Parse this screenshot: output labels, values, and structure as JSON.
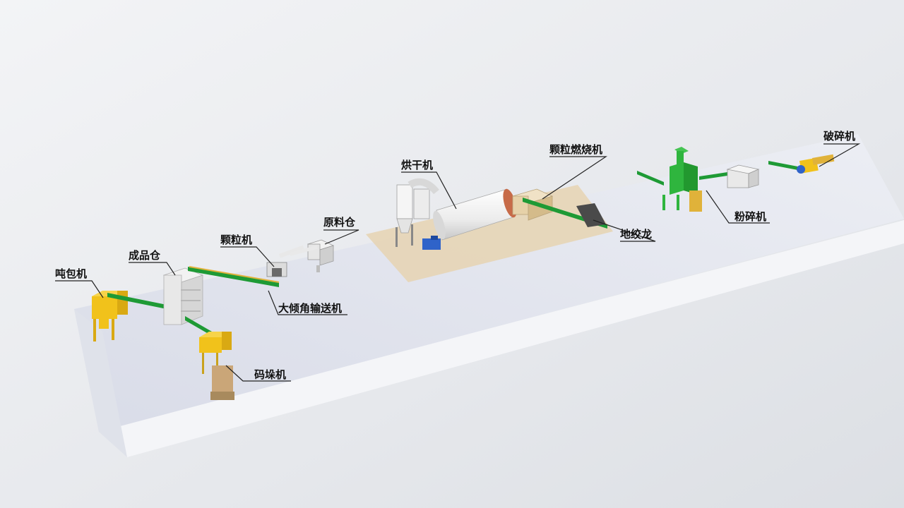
{
  "labels": {
    "dunbaoji": "吨包机",
    "chengpincang": "成品仓",
    "keliji": "颗粒机",
    "yuanliaocang": "原料仓",
    "daqingjiao": "大倾角输送机",
    "madiaoji": "码垛机",
    "honganji": "烘干机",
    "kelirans": "颗粒燃烧机",
    "dijiaolong": "地绞龙",
    "fensuiji": "粉碎机",
    "posuiji": "破碎机"
  },
  "colors": {
    "background": "#e9ebef",
    "platform_top": "#e2e5ee",
    "platform_front": "#eef0f5",
    "yellow": "#f1c21b",
    "green": "#2fb53e",
    "conveyor_green": "#1e9a35",
    "drum": "#f4f4f4",
    "sand": "#e6d3b1",
    "blue": "#2f63c9"
  }
}
